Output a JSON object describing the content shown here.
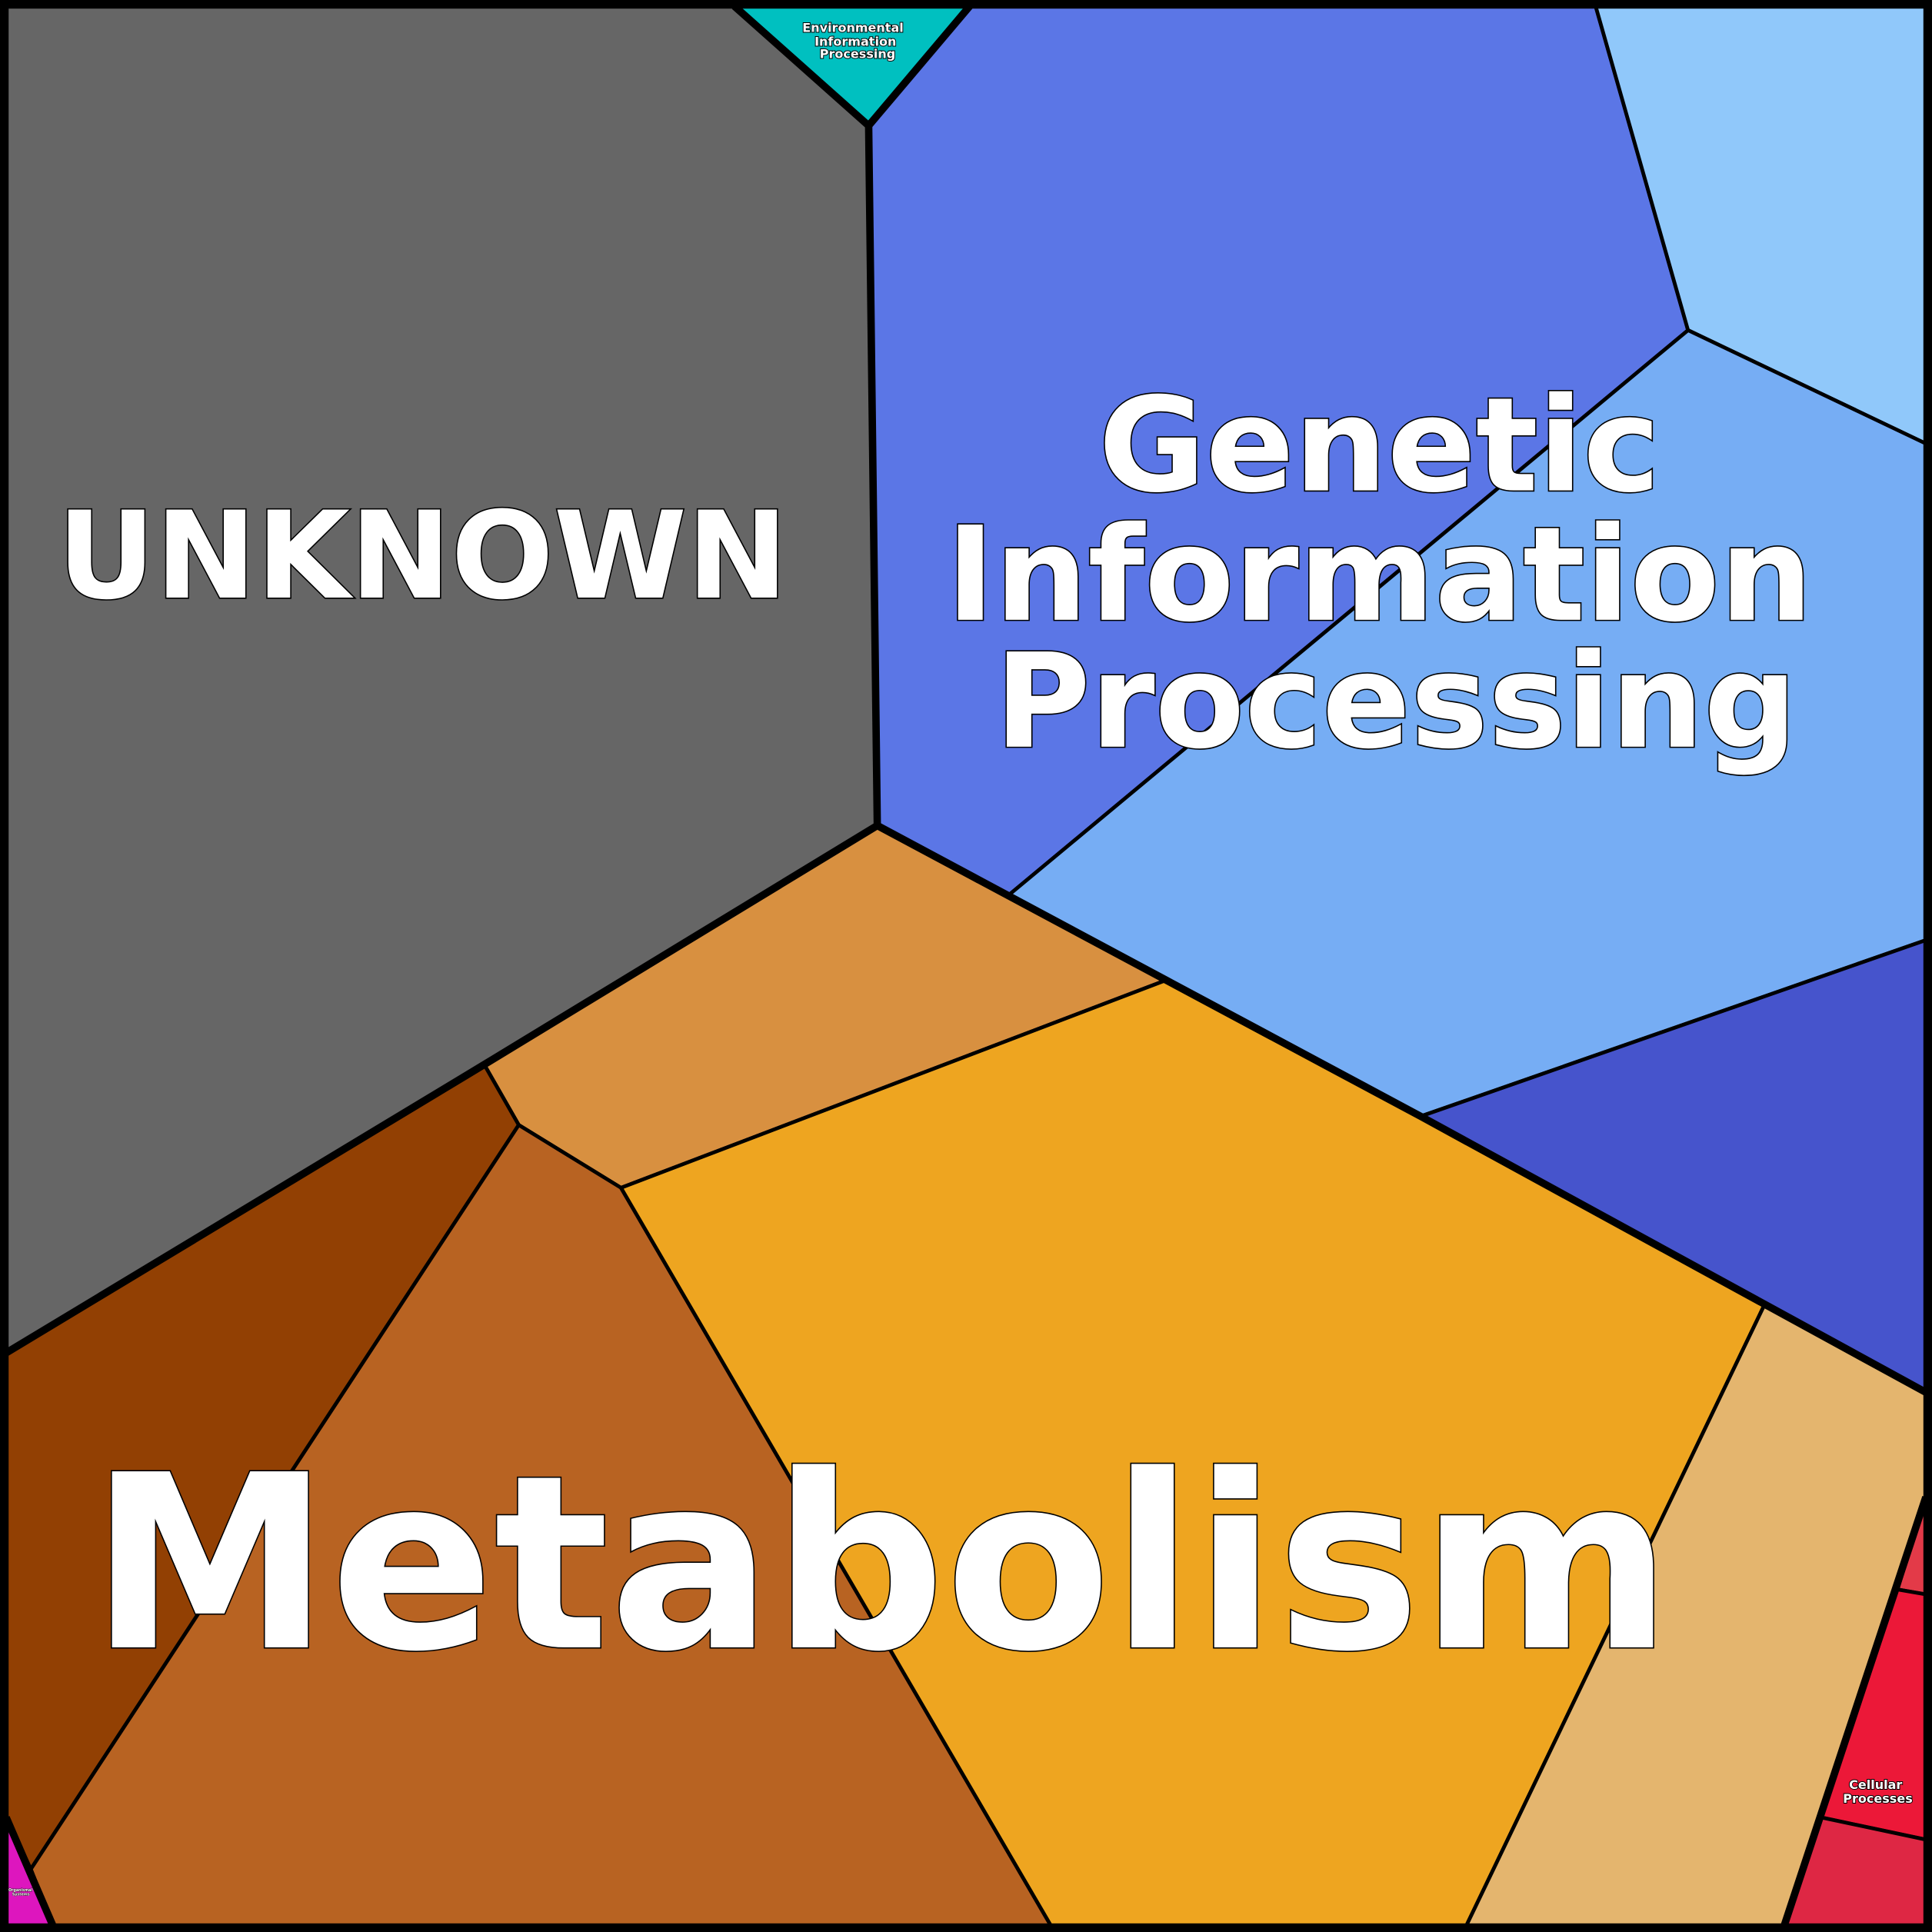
{
  "labels": {
    "unknown": "UNKNOWN",
    "genetic": [
      "Genetic",
      "Information",
      "Processing"
    ],
    "metabolism": "Metabolism",
    "environmental": [
      "Environmental",
      "Information",
      "Processing"
    ],
    "cellular": [
      "Cellular",
      "Processes"
    ],
    "organismal": [
      "Organismal",
      "Systems"
    ]
  },
  "colors": {
    "unknown": "#666666",
    "environmental": "#00c0c0",
    "genetic_1": "#5b76e6",
    "genetic_2": "#90c8fa",
    "genetic_3": "#76adf4",
    "genetic_4": "#4654cc",
    "metabolism_1": "#d89040",
    "metabolism_2": "#924003",
    "metabolism_3": "#b86322",
    "metabolism_4": "#eea520",
    "metabolism_5": "#e4b56e",
    "cellular_1": "#e33a48",
    "cellular_2": "#ec1838",
    "cellular_3": "#de2744",
    "organismal": "#dd16be"
  }
}
